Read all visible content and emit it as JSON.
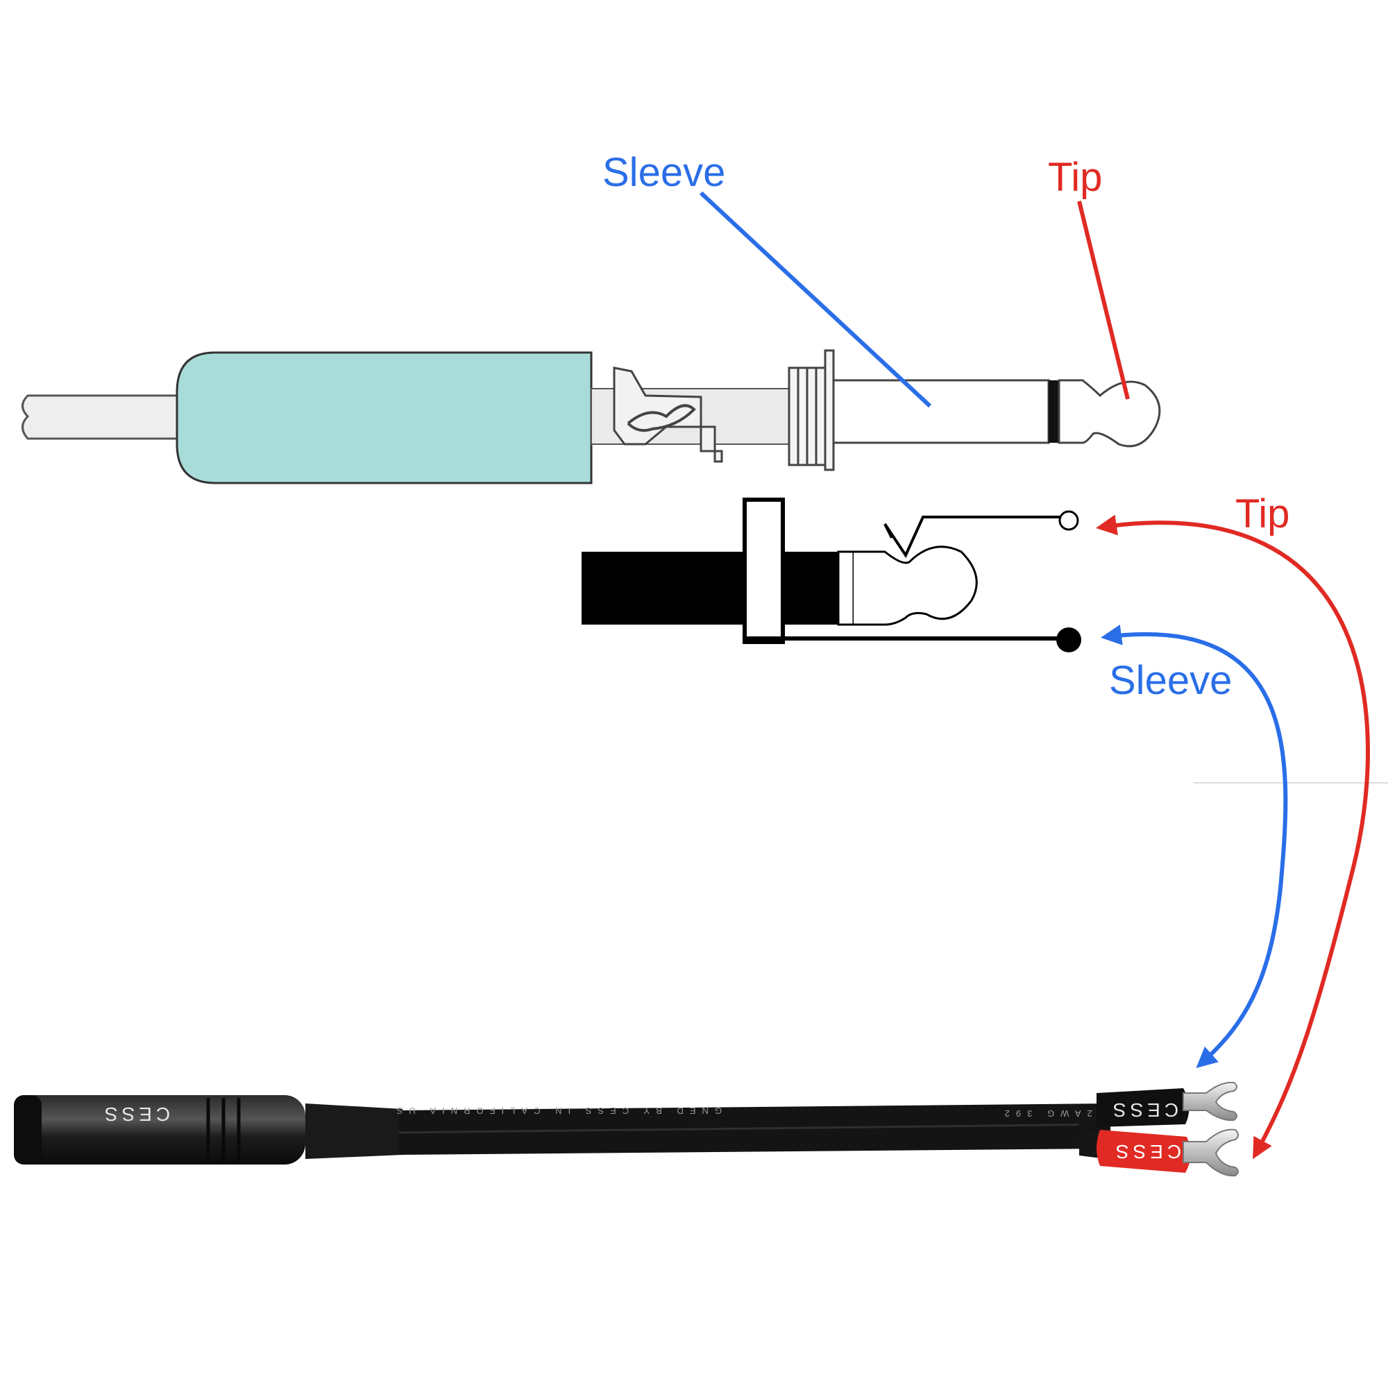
{
  "colors": {
    "sleeve": "#2a6ee8",
    "tip": "#e02a23",
    "plug_body": "#a8dcd9",
    "cable": "#161616"
  },
  "plug_diagram": {
    "sleeve_label": "Sleeve",
    "tip_label": "Tip"
  },
  "jack_diagram": {
    "tip_label": "Tip",
    "sleeve_label": "Sleeve"
  },
  "adapter": {
    "barrel_brand": "CESS",
    "sleeve_lead_brand": "CESS",
    "tip_lead_brand": "CESS",
    "cable_print": "GNED BY CESS IN CALIFORNIA US",
    "wire_print": "12AWG 392"
  }
}
